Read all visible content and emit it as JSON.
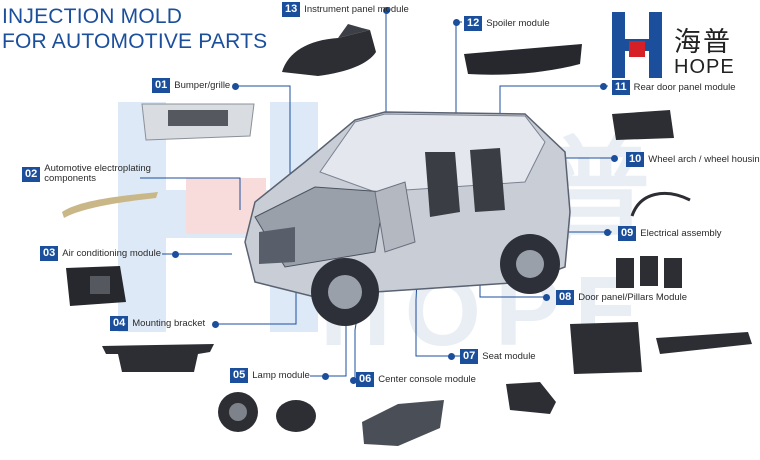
{
  "title": {
    "line1": "INJECTION MOLD",
    "line2": "FOR AUTOMOTIVE PARTS"
  },
  "logo": {
    "chinese": "海普",
    "english": "HOPE"
  },
  "watermark": {
    "chinese": "海普",
    "english": "HOPE"
  },
  "colors": {
    "accent": "#1b4f9c",
    "logo_red": "#d71f26"
  },
  "modules": [
    {
      "number": "01",
      "label": "Bumper/grille"
    },
    {
      "number": "02",
      "label": "Automotive electroplating components"
    },
    {
      "number": "03",
      "label": "Air conditioning module"
    },
    {
      "number": "04",
      "label": "Mounting bracket"
    },
    {
      "number": "05",
      "label": "Lamp module"
    },
    {
      "number": "06",
      "label": "Center console module"
    },
    {
      "number": "07",
      "label": "Seat module"
    },
    {
      "number": "08",
      "label": "Door panel/Pillars Module"
    },
    {
      "number": "09",
      "label": "Electrical assembly"
    },
    {
      "number": "10",
      "label": "Wheel arch / wheel housing"
    },
    {
      "number": "11",
      "label": "Rear door panel module"
    },
    {
      "number": "12",
      "label": "Spoiler module"
    },
    {
      "number": "13",
      "label": "Instrument panel module"
    }
  ]
}
